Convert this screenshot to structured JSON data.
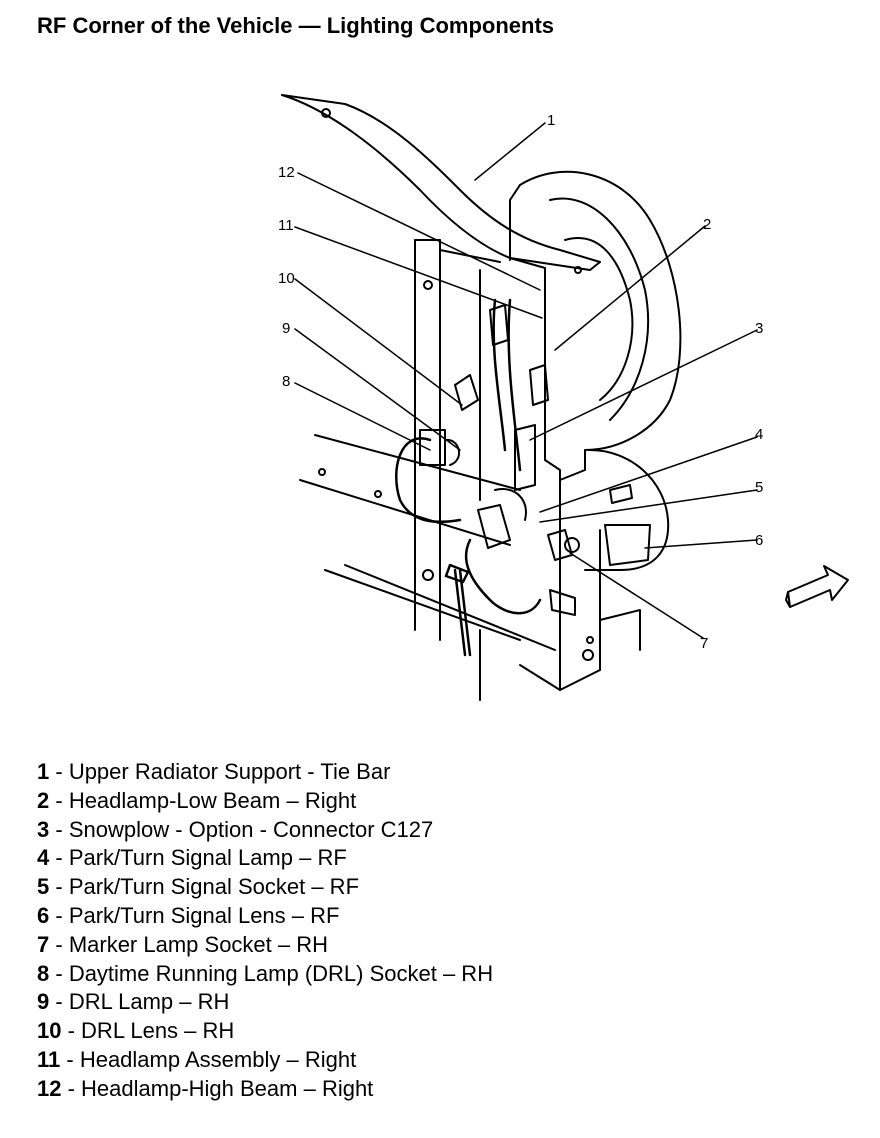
{
  "title": "RF Corner of the Vehicle — Lighting Components",
  "callouts": [
    "1",
    "2",
    "3",
    "4",
    "5",
    "6",
    "7",
    "8",
    "9",
    "10",
    "11",
    "12"
  ],
  "legend": [
    {
      "num": "1",
      "sep": " - ",
      "text": "Upper Radiator Support - Tie Bar"
    },
    {
      "num": "2",
      "sep": " - ",
      "text": "Headlamp-Low Beam – Right"
    },
    {
      "num": "3",
      "sep": " - ",
      "text": "Snowplow - Option - Connector C127"
    },
    {
      "num": "4",
      "sep": " - ",
      "text": "Park/Turn Signal Lamp – RF"
    },
    {
      "num": "5",
      "sep": " - ",
      "text": "Park/Turn Signal Socket – RF"
    },
    {
      "num": "6",
      "sep": " - ",
      "text": "Park/Turn Signal Lens – RF"
    },
    {
      "num": "7",
      "sep": " - ",
      "text": "Marker Lamp Socket – RH"
    },
    {
      "num": "8",
      "sep": " - ",
      "text": "Daytime Running Lamp (DRL) Socket – RH"
    },
    {
      "num": "9",
      "sep": " - ",
      "text": "DRL Lamp – RH"
    },
    {
      "num": "10",
      "sep": " - ",
      "text": "DRL Lens – RH"
    },
    {
      "num": "11",
      "sep": " - ",
      "text": "Headlamp Assembly – Right"
    },
    {
      "num": "12",
      "sep": " - ",
      "text": "Headlamp-High Beam – Right"
    }
  ]
}
